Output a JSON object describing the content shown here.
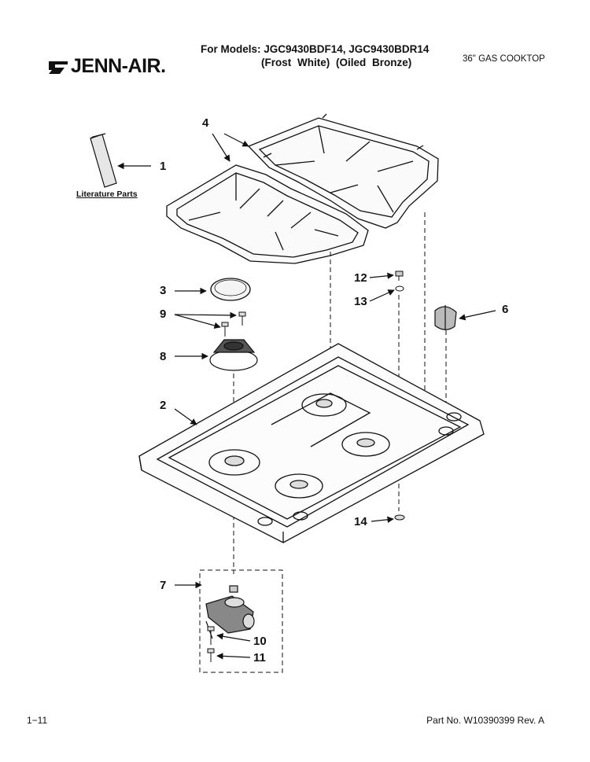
{
  "header": {
    "brand": "JENN-AIR.",
    "models_line1": "For Models: JGC9430BDF14, JGC9430BDR14",
    "models_line2": "(Frost White)   (Oiled Bronze)",
    "product": "36\" GAS COOKTOP"
  },
  "diagram": {
    "literature_label": "Literature Parts",
    "callouts": [
      "1",
      "2",
      "3",
      "4",
      "6",
      "7",
      "8",
      "9",
      "10",
      "11",
      "12",
      "13",
      "14"
    ]
  },
  "footer": {
    "page_number": "1−11",
    "part_number": "Part No. W10390399 Rev. A"
  }
}
